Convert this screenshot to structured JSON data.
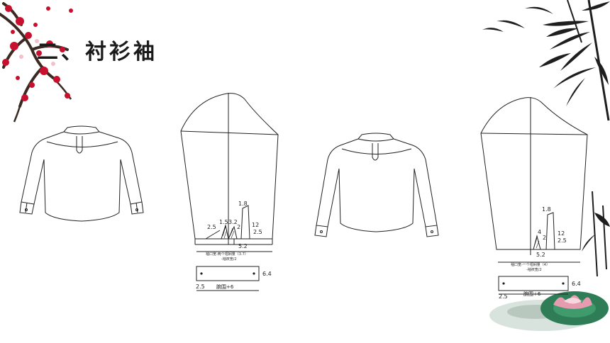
{
  "slide": {
    "title": "二、衬衫袖"
  },
  "pattern_left": {
    "labels": {
      "top_small": "1.8",
      "left_small": "2.5",
      "mid_a": "1.5",
      "mid_b": "3.2",
      "mid_c": "2",
      "right_a": "12",
      "right_b": "2.5",
      "bottom": "5.2",
      "width_line1": "袖口宽-两个褶裥量（3.7）",
      "width_line2": "-袖衩宽/2"
    },
    "cuff": {
      "label": "腕围+6",
      "height": "6.4",
      "side": "2.5"
    }
  },
  "pattern_right": {
    "labels": {
      "top_small": "1.8",
      "mid_a": "4",
      "mid_b": "2",
      "right_a": "12",
      "right_b": "2.5",
      "bottom": "5.2",
      "width_line1": "袖口宽-一个褶裥量（4）",
      "width_line2": "-袖衩宽/2"
    },
    "cuff": {
      "label": "腕围+6",
      "height": "6.4",
      "side": "2.5"
    }
  },
  "colors": {
    "blossom": "#c8102e",
    "branch": "#3a2a22",
    "bamboo": "#1e1e1e",
    "lotus_leaf": "#2f7d56",
    "lotus_flower": "#e59bb0"
  }
}
